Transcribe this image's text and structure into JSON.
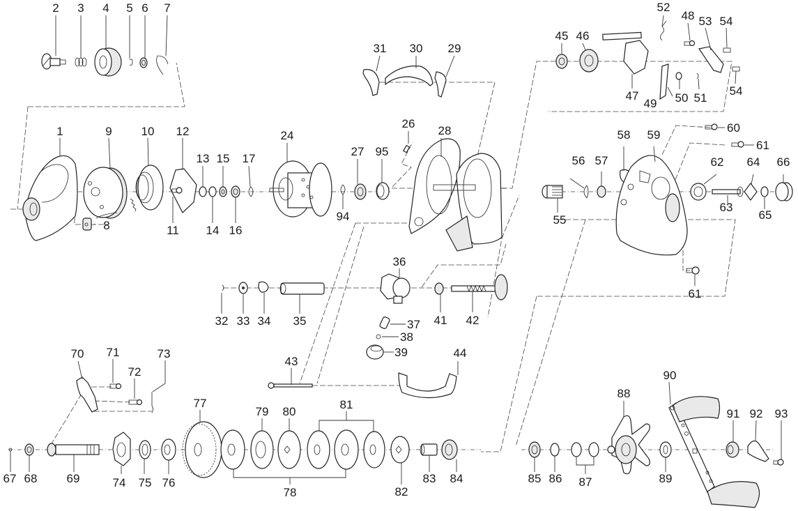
{
  "diagram": {
    "title": "Baitcasting reel exploded parts view",
    "line_color": "#222222",
    "background": "#ffffff",
    "parts": {
      "p1": "1",
      "p2": "2",
      "p3": "3",
      "p4": "4",
      "p5": "5",
      "p6": "6",
      "p7": "7",
      "p8": "8",
      "p9": "9",
      "p10": "10",
      "p11": "11",
      "p12": "12",
      "p13": "13",
      "p14": "14",
      "p15": "15",
      "p16": "16",
      "p17": "17",
      "p24": "24",
      "p26": "26",
      "p27": "27",
      "p28": "28",
      "p29": "29",
      "p30": "30",
      "p31": "31",
      "p32": "32",
      "p33": "33",
      "p34": "34",
      "p35": "35",
      "p36": "36",
      "p37": "37",
      "p38": "38",
      "p39": "39",
      "p41": "41",
      "p42": "42",
      "p43": "43",
      "p44": "44",
      "p45": "45",
      "p46": "46",
      "p47": "47",
      "p48": "48",
      "p49": "49",
      "p50": "50",
      "p51": "51",
      "p52": "52",
      "p53": "53",
      "p54a": "54",
      "p54b": "54",
      "p55": "55",
      "p56": "56",
      "p57": "57",
      "p58": "58",
      "p59": "59",
      "p60": "60",
      "p61a": "61",
      "p61b": "61",
      "p62": "62",
      "p63": "63",
      "p64": "64",
      "p65": "65",
      "p66": "66",
      "p67": "67",
      "p68": "68",
      "p69": "69",
      "p70": "70",
      "p71": "71",
      "p72": "72",
      "p73": "73",
      "p74": "74",
      "p75": "75",
      "p76": "76",
      "p77": "77",
      "p78": "78",
      "p79": "79",
      "p80": "80",
      "p81": "81",
      "p82": "82",
      "p83": "83",
      "p84": "84",
      "p85": "85",
      "p86": "86",
      "p87": "87",
      "p88": "88",
      "p89": "89",
      "p90": "90",
      "p91": "91",
      "p92": "92",
      "p93": "93",
      "p94": "94",
      "p95": "95"
    }
  }
}
